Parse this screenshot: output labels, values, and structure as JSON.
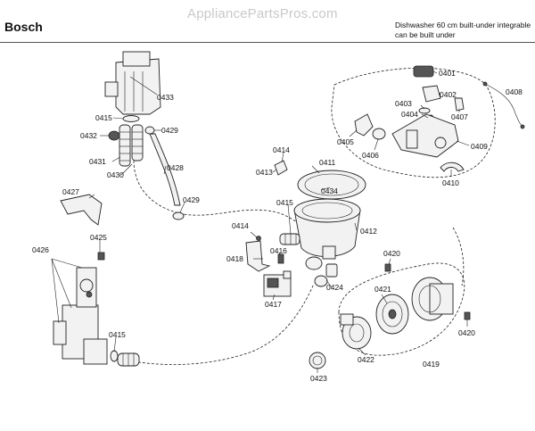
{
  "watermark": "AppliancePartsPros.com",
  "brand": "Bosch",
  "description_line1": "Dishwasher 60 cm built-under integrable",
  "description_line2": "can be built under",
  "labels": [
    {
      "id": "0401",
      "text": "0401"
    },
    {
      "id": "0402",
      "text": "0402"
    },
    {
      "id": "0403",
      "text": "0403"
    },
    {
      "id": "0404",
      "text": "0404"
    },
    {
      "id": "0405",
      "text": "0405"
    },
    {
      "id": "0406",
      "text": "0406"
    },
    {
      "id": "0407",
      "text": "0407"
    },
    {
      "id": "0408",
      "text": "0408"
    },
    {
      "id": "0409",
      "text": "0409"
    },
    {
      "id": "0410",
      "text": "0410"
    },
    {
      "id": "0411",
      "text": "0411"
    },
    {
      "id": "0412",
      "text": "0412"
    },
    {
      "id": "0413",
      "text": "0413"
    },
    {
      "id": "0414a",
      "text": "0414"
    },
    {
      "id": "0414b",
      "text": "0414"
    },
    {
      "id": "0415a",
      "text": "0415"
    },
    {
      "id": "0415b",
      "text": "0415"
    },
    {
      "id": "0415c",
      "text": "0415"
    },
    {
      "id": "0416",
      "text": "0416"
    },
    {
      "id": "0417",
      "text": "0417"
    },
    {
      "id": "0418",
      "text": "0418"
    },
    {
      "id": "0419",
      "text": "0419"
    },
    {
      "id": "0420a",
      "text": "0420"
    },
    {
      "id": "0420b",
      "text": "0420"
    },
    {
      "id": "0421",
      "text": "0421"
    },
    {
      "id": "0422",
      "text": "0422"
    },
    {
      "id": "0423",
      "text": "0423"
    },
    {
      "id": "0424",
      "text": "0424"
    },
    {
      "id": "0425",
      "text": "0425"
    },
    {
      "id": "0426",
      "text": "0426"
    },
    {
      "id": "0427",
      "text": "0427"
    },
    {
      "id": "0428",
      "text": "0428"
    },
    {
      "id": "0429a",
      "text": "0429"
    },
    {
      "id": "0429b",
      "text": "0429"
    },
    {
      "id": "0430",
      "text": "0430"
    },
    {
      "id": "0431",
      "text": "0431"
    },
    {
      "id": "0432",
      "text": "0432"
    },
    {
      "id": "0433",
      "text": "0433"
    },
    {
      "id": "0434",
      "text": "0434"
    }
  ]
}
